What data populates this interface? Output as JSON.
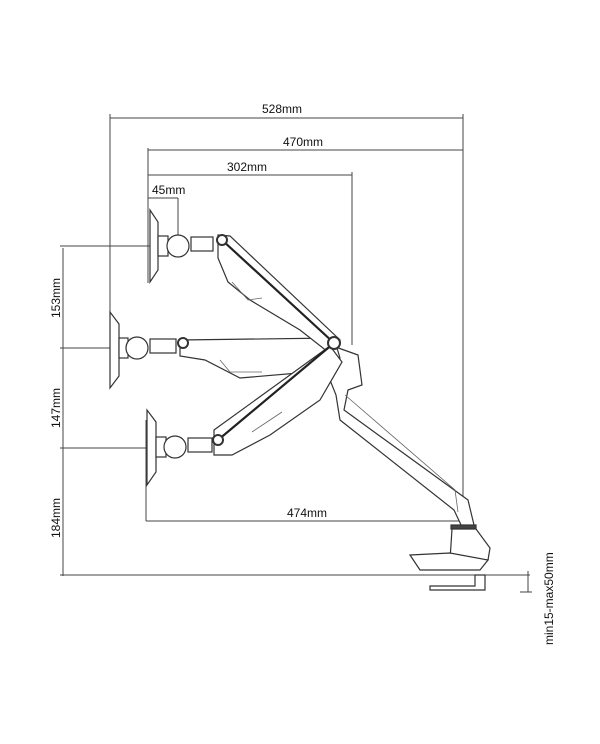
{
  "dimensions": {
    "overall_width": "528mm",
    "reach_width": "470mm",
    "elbow_width": "302mm",
    "tilt_depth": "45mm",
    "upper_height": "153mm",
    "lower_height": "147mm",
    "base_height": "184mm",
    "lower_reach": "474mm",
    "desk_thickness": "min15-max50mm"
  },
  "colors": {
    "line": "#333333",
    "background": "#ffffff"
  }
}
